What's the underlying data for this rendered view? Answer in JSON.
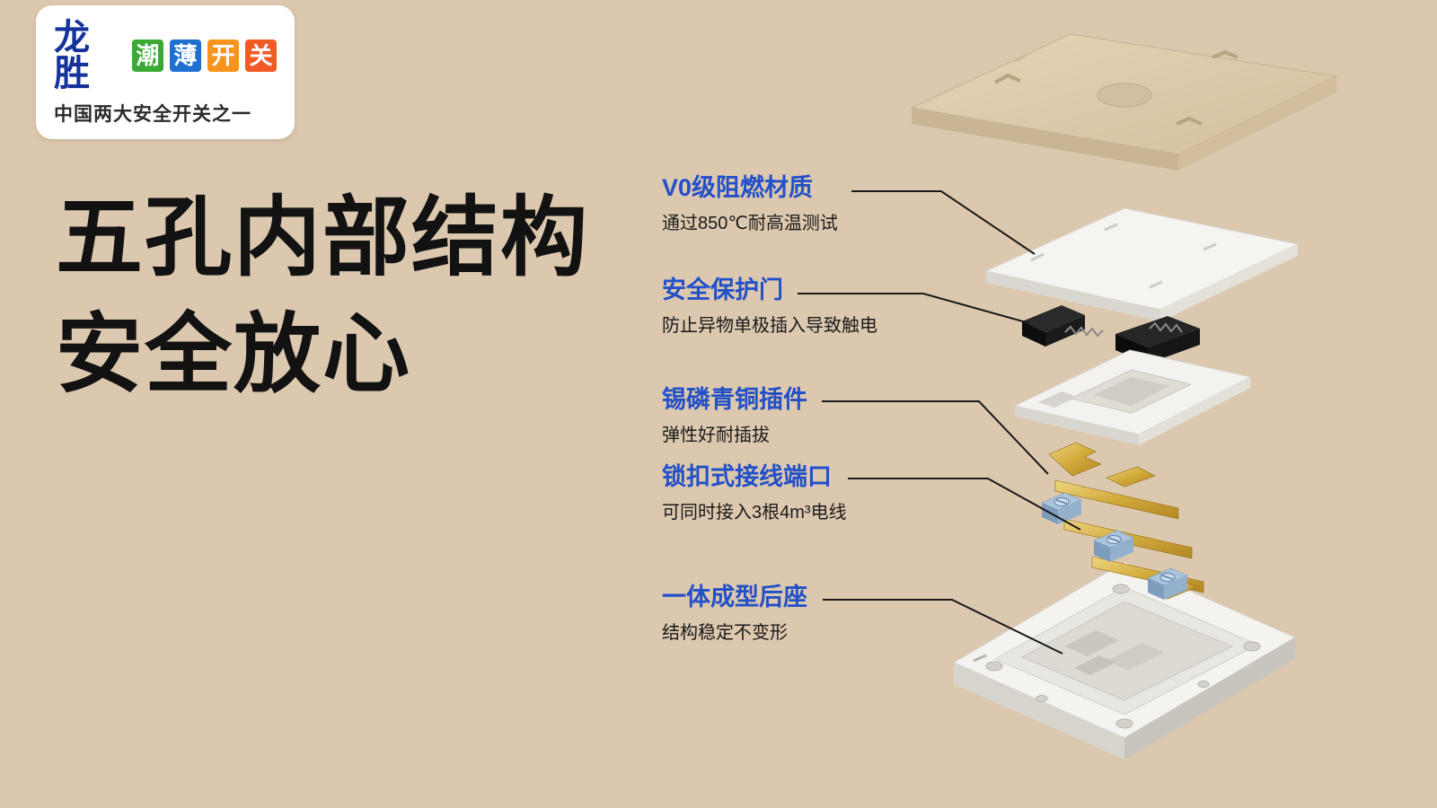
{
  "page": {
    "background_color": "#dcc8ae"
  },
  "logo": {
    "brand": "龙胜",
    "series": [
      {
        "char": "潮",
        "color": "#3aaa35"
      },
      {
        "char": "薄",
        "color": "#1f6fd0"
      },
      {
        "char": "开",
        "color": "#f7941d"
      },
      {
        "char": "关",
        "color": "#f15a24"
      }
    ],
    "tagline": "中国两大安全开关之一"
  },
  "headline": {
    "line1": "五孔内部结构",
    "line2": "安全放心"
  },
  "annotations": [
    {
      "title": "V0级阻燃材质",
      "desc": "通过850℃耐高温测试"
    },
    {
      "title": "安全保护门",
      "desc": "防止异物单极插入导致触电"
    },
    {
      "title": "锡磷青铜插件",
      "desc": "弹性好耐插拔"
    },
    {
      "title": "锁扣式接线端口",
      "desc": "可同时接入3根4m³电线"
    },
    {
      "title": "一体成型后座",
      "desc": "结构稳定不变形"
    }
  ],
  "colors": {
    "accent_blue": "#2350c8",
    "text_black": "#121212",
    "gold_plate": "#ddcbac",
    "white_part": "#f5f4f0",
    "brass": "#d2aa3c",
    "terminal_blue": "#a9c4de",
    "leader_line": "#1a1a1a"
  },
  "diagram_parts": [
    "face-plate",
    "inner-plate",
    "safety-shutter",
    "frame-plate",
    "copper-contacts",
    "terminal-screws",
    "back-base"
  ]
}
